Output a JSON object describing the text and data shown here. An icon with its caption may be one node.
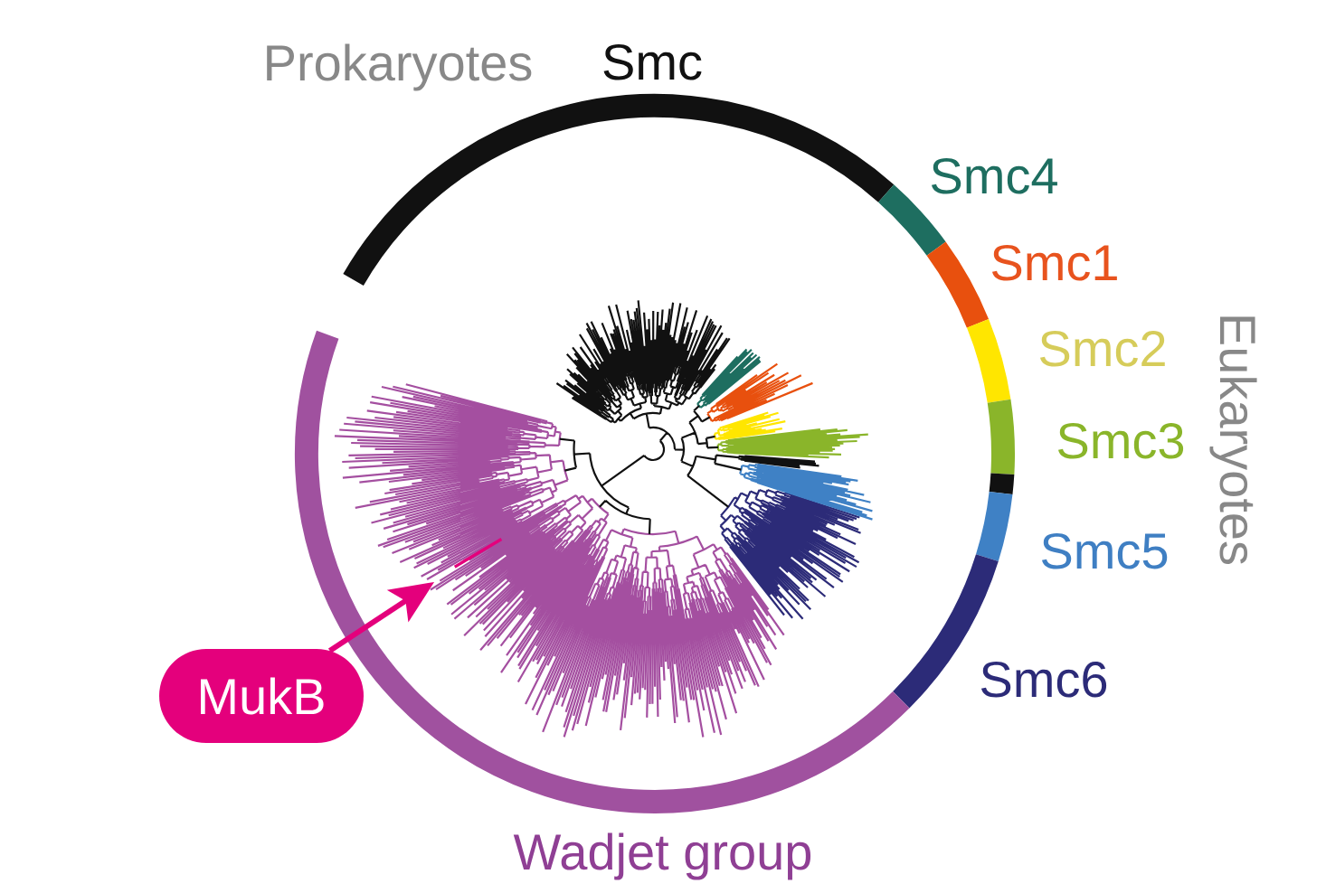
{
  "diagram": {
    "nodes": [
      {
        "text": [
          "MukB"
        ]
      },
      {
        "text": [],
        "shape": "bar"
      }
    ],
    "edges": [
      {
        "from": 0,
        "to": 1,
        "arrow": "to"
      }
    ],
    "labels": [
      "Prokaryotes",
      "Smc",
      "Smc4",
      "Smc1",
      "Smc2",
      "Smc3",
      "Eukaryotes",
      "Smc5",
      "Smc6",
      "Wadjet group"
    ]
  }
}
